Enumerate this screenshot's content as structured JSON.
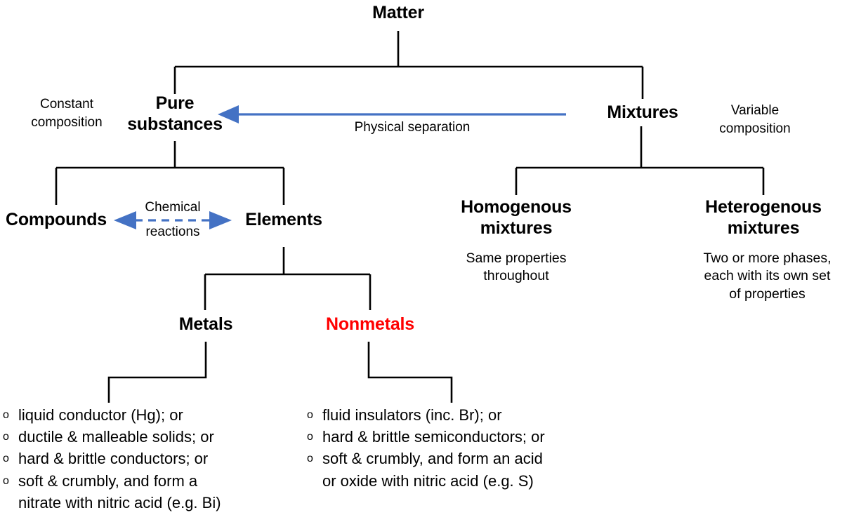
{
  "diagram": {
    "title": "Matter classification flowchart",
    "accent_blue": "#4472C4",
    "line_color": "#000000",
    "highlight_red": "#FF0000",
    "background": "#FFFFFF"
  },
  "nodes": {
    "matter": "Matter",
    "pure_substances": "Pure\nsubstances",
    "mixtures": "Mixtures",
    "compounds": "Compounds",
    "elements": "Elements",
    "homogenous": "Homogenous\nmixtures",
    "heterogenous": "Heterogenous\nmixtures",
    "metals": "Metals",
    "nonmetals": "Nonmetals"
  },
  "notes": {
    "constant_composition": "Constant\ncomposition",
    "variable_composition": "Variable\ncomposition",
    "homogenous_desc": "Same properties\nthroughout",
    "heterogenous_desc": "Two or more phases,\neach with its own set\nof properties"
  },
  "edges": {
    "physical_separation": "Physical separation",
    "chemical_above": "Chemical",
    "chemical_below": "reactions"
  },
  "metals_list": {
    "bullet": "o",
    "items": [
      "liquid conductor (Hg); or",
      "ductile & malleable solids; or",
      "hard & brittle conductors; or",
      "soft & crumbly, and form a\nnitrate with nitric acid (e.g. Bi)"
    ]
  },
  "nonmetals_list": {
    "bullet": "o",
    "items": [
      "fluid insulators (inc. Br); or",
      "hard & brittle semiconductors; or",
      "soft & crumbly, and form an acid\nor oxide with nitric acid (e.g. S)"
    ]
  }
}
